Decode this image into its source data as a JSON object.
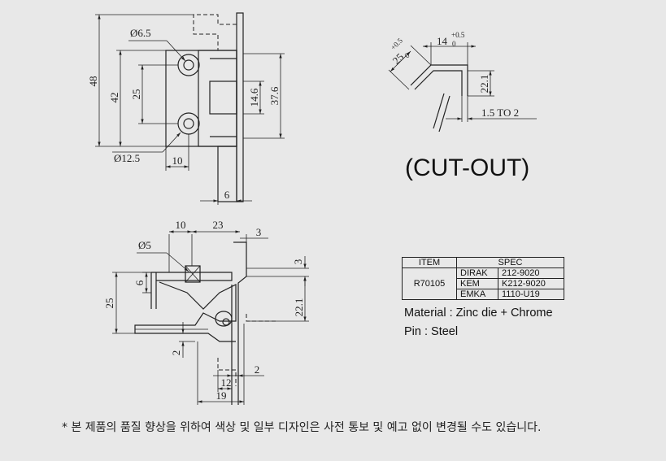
{
  "top_view": {
    "dims": {
      "overall_height": "48",
      "hole_spacing_outer": "42",
      "hole_spacing": "25",
      "small_dia": "Ø6.5",
      "large_dia": "Ø12.5",
      "leaf_width": "10",
      "slot_height": "14.6",
      "right_height": "37.6",
      "plate_thickness": "6"
    }
  },
  "cutout": {
    "title": "(CUT-OUT)",
    "dims": {
      "left_base": "25",
      "left_tol_plus": "+0.5",
      "left_tol_zero": "0",
      "top_base": "14",
      "top_tol_plus": "+0.5",
      "top_tol_zero": "0",
      "height": "22.1",
      "thickness": "1.5 TO 2"
    }
  },
  "side_view": {
    "dims": {
      "top_left": "10",
      "top_mid": "23",
      "top_right": "3",
      "pin_dia": "Ø5",
      "left_small": "6",
      "left_height": "25",
      "right_small": "3",
      "right_height": "22.1",
      "bottom_gap": "2",
      "bottom_mid": "12",
      "bottom_right": "2",
      "bottom_total": "19"
    }
  },
  "spec": {
    "header_item": "ITEM",
    "header_spec": "SPEC",
    "item": "R70105",
    "rows": [
      {
        "brand": "DIRAK",
        "code": "212-9020"
      },
      {
        "brand": "KEM",
        "code": "K212-9020"
      },
      {
        "brand": "EMKA",
        "code": "1110-U19"
      }
    ]
  },
  "material_text": "Material  :  Zinc die + Chrome",
  "pin_text": "Pin  :  Steel",
  "footnote": "* 본 제품의 품질 향상을 위하여 색상 및 일부 디자인은 사전 통보 및 예고 없이 변경될 수도 있습니다."
}
